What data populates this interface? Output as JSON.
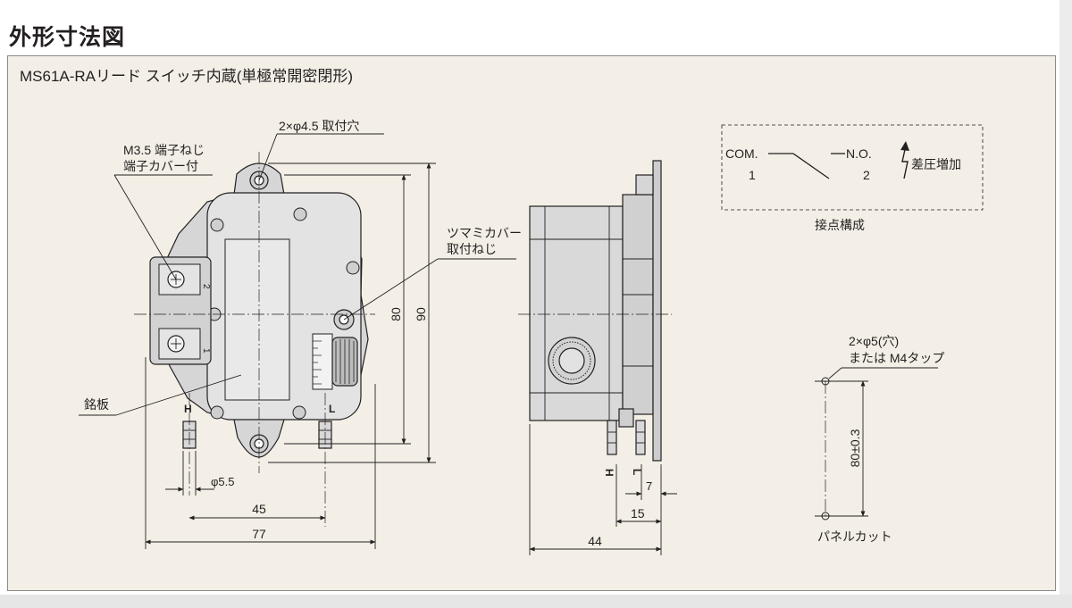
{
  "title": "外形寸法図",
  "panel_caption": "MS61A-RAリード スイッチ内蔵(単極常開密閉形)",
  "labels": {
    "mount_holes": "2×φ4.5 取付穴",
    "terminal_screw_1": "M3.5 端子ねじ",
    "terminal_screw_2": "端子カバー付",
    "knob_cover_1": "ツマミカバー",
    "knob_cover_2": "取付ねじ",
    "nameplate": "銘板",
    "port_h": "H",
    "port_l": "L",
    "terminal_2": "2",
    "terminal_1": "1"
  },
  "dimensions": {
    "height_inner": "80",
    "height_outer": "90",
    "port_dia": "φ5.5",
    "width_45": "45",
    "width_77": "77",
    "depth_44": "44",
    "depth_15": "15",
    "depth_7": "7",
    "panel_pitch": "80±0.3"
  },
  "contact": {
    "com": "COM.",
    "com_num": "1",
    "no": "N.O.",
    "no_num": "2",
    "direction": "差圧増加",
    "caption": "接点構成"
  },
  "panel_cut": {
    "hole_1": "2×φ5(穴)",
    "hole_2": "または M4タップ",
    "caption": "パネルカット"
  },
  "colors": {
    "panel_bg": "#f3efe6",
    "body_fill": "#dcdcdc",
    "line": "#231f20"
  }
}
